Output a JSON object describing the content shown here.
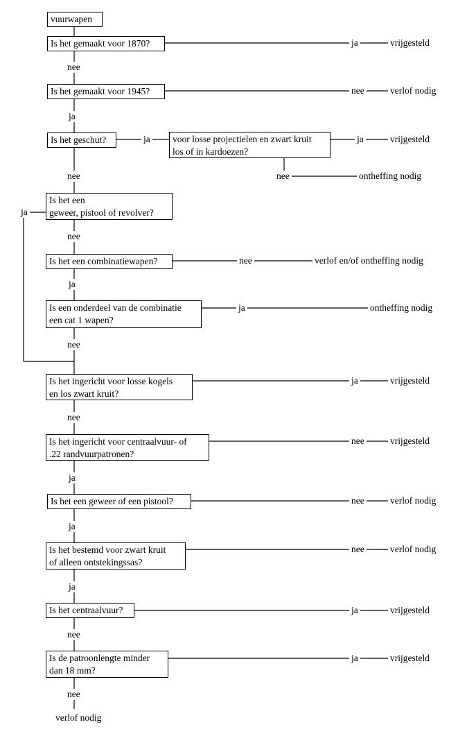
{
  "flowchart": {
    "start": "vuurwapen",
    "questions": {
      "q1": "Is het gemaakt voor 1870?",
      "q2": "Is het gemaakt voor 1945?",
      "q3": "Is het geschut?",
      "q3b_line1": "voor losse projectielen en zwart kruit",
      "q3b_line2": "los of in kardoezen?",
      "q4_line1": "Is het een",
      "q4_line2": "geweer, pistool of revolver?",
      "q5": "Is het een combinatiewapen?",
      "q6_line1": "Is een onderdeel van de combinatie",
      "q6_line2": "een cat 1 wapen?",
      "q7_line1": "Is het ingericht voor losse kogels",
      "q7_line2": "en los zwart kruit?",
      "q8_line1": "Is het ingericht voor centraalvuur- of",
      "q8_line2": ".22 randvuurpatronen?",
      "q9": "Is het een geweer of een pistool?",
      "q10_line1": "Is het bestemd voor zwart kruit",
      "q10_line2": "of alleen ontstekingssas?",
      "q11": "Is het centraalvuur?",
      "q12_line1": "Is de patroonlengte minder",
      "q12_line2": "dan 18 mm?"
    },
    "answers": {
      "yes": "ja",
      "no": "nee"
    },
    "outcomes": {
      "exempt": "vrijgesteld",
      "permit": "verlof nodig",
      "dispensation": "ontheffing nodig",
      "permit_or_dispensation": "verlof  en/of ontheffing nodig"
    }
  }
}
